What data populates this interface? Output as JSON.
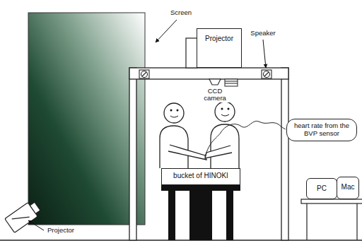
{
  "diagram": {
    "nodes": [
      {
        "text": [
          "Projector"
        ]
      },
      {
        "text": [
          "heart rate from the BVP sensor"
        ]
      },
      {
        "text": [
          "bucket of HINOKI"
        ]
      },
      {
        "text": [
          "PC"
        ]
      },
      {
        "text": [
          "Mac"
        ]
      }
    ],
    "labels": [
      "Screen",
      "Speaker",
      "CCD camera",
      "Projector"
    ]
  }
}
